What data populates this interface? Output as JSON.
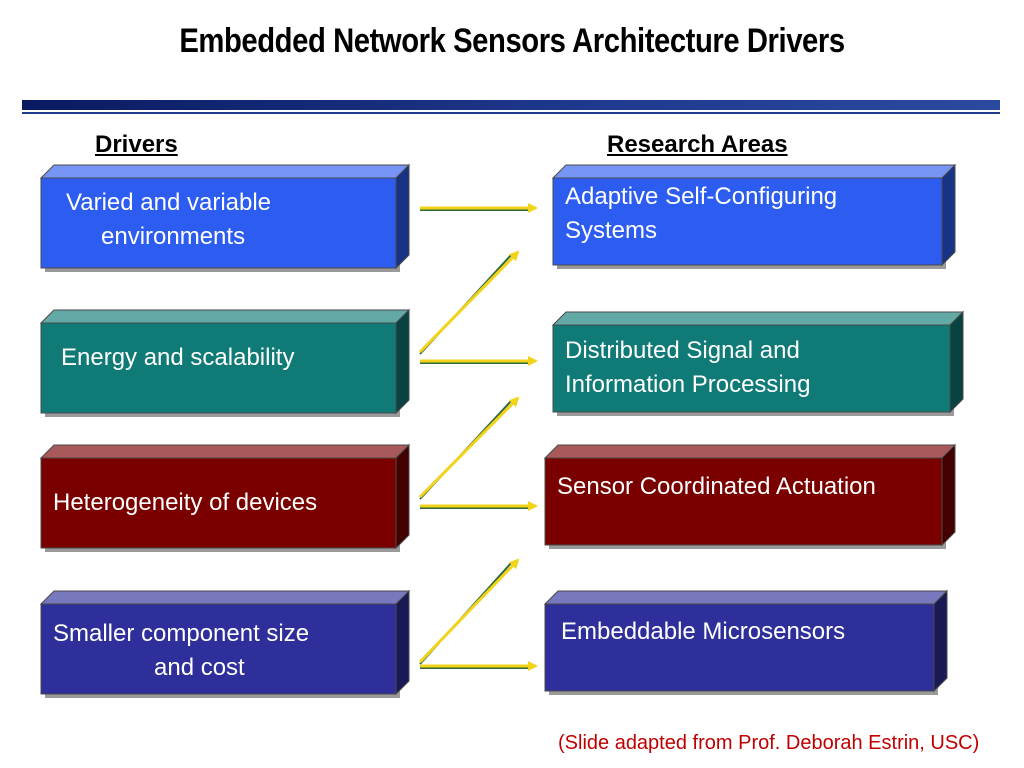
{
  "slide": {
    "title": "Embedded Network Sensors Architecture Drivers",
    "left_heading": "Drivers",
    "right_heading": "Research Areas",
    "credit": "(Slide adapted from Prof. Deborah Estrin, USC)"
  },
  "drivers": [
    {
      "line1": "Varied and variable",
      "line2": "environments",
      "color": "#2c5cf0"
    },
    {
      "line1": "Energy and scalability",
      "line2": "",
      "color": "#0f7a76"
    },
    {
      "line1": "Heterogeneity of devices",
      "line2": "",
      "color": "#7a0000"
    },
    {
      "line1": "Smaller component size",
      "line2": "and cost",
      "color": "#2e2f9a"
    }
  ],
  "research_areas": [
    {
      "line1": "Adaptive Self-Configuring",
      "line2": "Systems",
      "color": "#2c5cf0"
    },
    {
      "line1": "Distributed Signal and",
      "line2": "Information Processing",
      "color": "#0f7a76"
    },
    {
      "line1": "Sensor Coordinated Actuation",
      "line2": "",
      "color": "#7a0000"
    },
    {
      "line1": "Embeddable Microsensors",
      "line2": "",
      "color": "#2e2f9a"
    }
  ],
  "arrow_color": "#f2d31a"
}
